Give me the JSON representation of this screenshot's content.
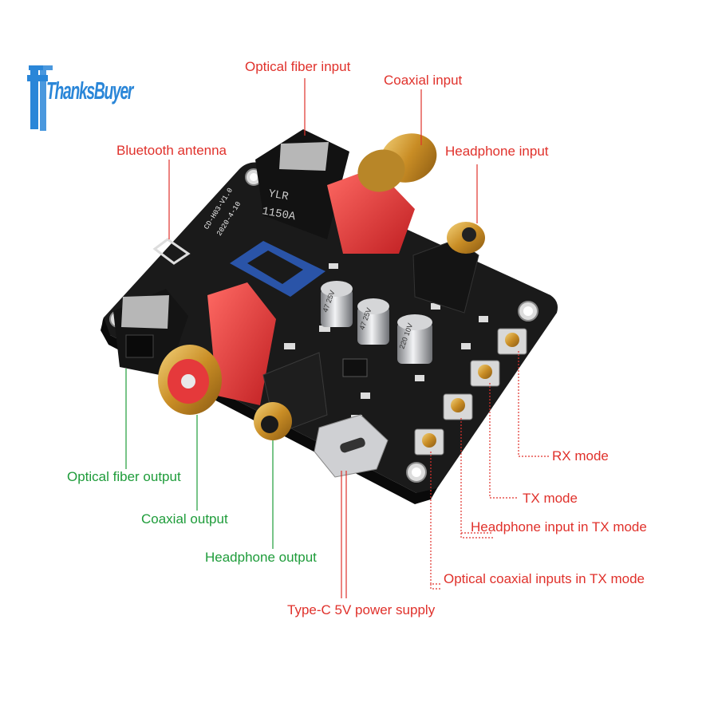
{
  "brand": {
    "name": "ThanksBuyer",
    "color": "#2a86d8"
  },
  "board_markings": {
    "model": "CD-H03-V1.0",
    "date": "2020-4-10",
    "optical_part": "YLR",
    "optical_code": "1150A",
    "cap1": "47 25V",
    "cap2": "47 25V",
    "cap3": "220 10V"
  },
  "colors": {
    "input_label": "#e0312b",
    "output_label": "#1e9c3a",
    "pcb": "#141414",
    "rca_red": "#e5393b",
    "gold": "#d9a441"
  },
  "labels": {
    "optical_fiber_input": "Optical fiber input",
    "coaxial_input": "Coaxial input",
    "bluetooth_antenna": "Bluetooth antenna",
    "headphone_input": "Headphone input",
    "optical_fiber_output": "Optical fiber output",
    "coaxial_output": "Coaxial output",
    "headphone_output": "Headphone output",
    "typec_power": "Type-C 5V power supply",
    "rx_mode": "RX mode",
    "tx_mode": "TX mode",
    "headphone_input_tx": "Headphone input in TX mode",
    "optical_coaxial_tx": "Optical coaxial inputs in TX mode"
  }
}
